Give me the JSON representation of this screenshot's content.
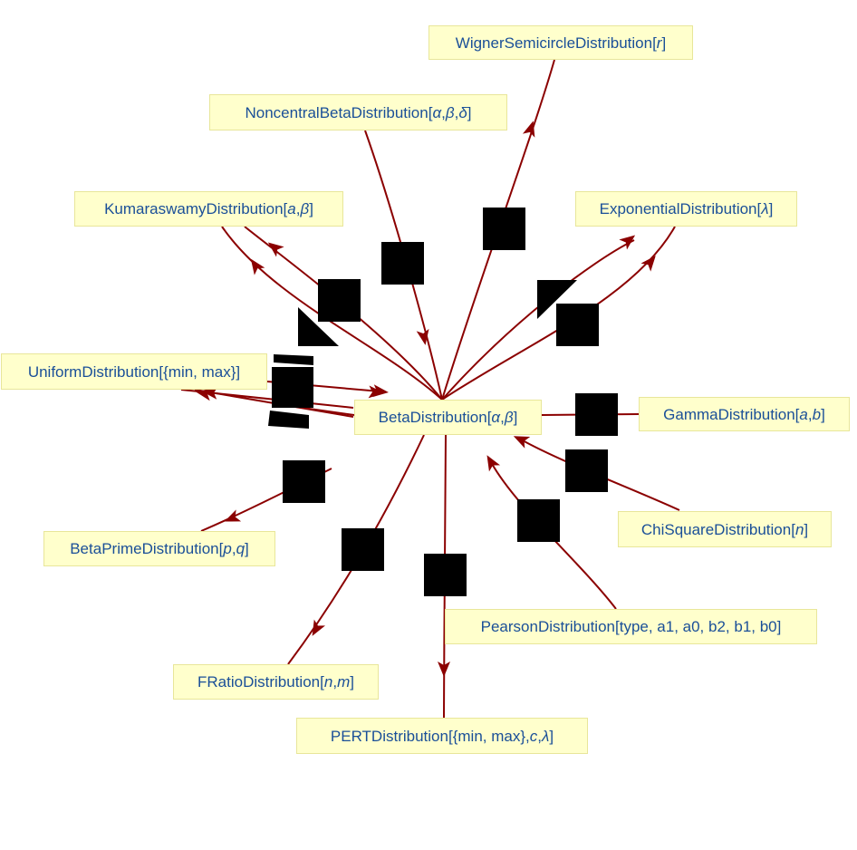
{
  "center": {
    "name": "BetaDistribution",
    "args": [
      "α",
      "β"
    ]
  },
  "nodes": {
    "wigner": {
      "name": "WignerSemicircleDistribution",
      "args": [
        "r"
      ]
    },
    "noncentral": {
      "name": "NoncentralBetaDistribution",
      "args": [
        "α",
        "β",
        "δ"
      ]
    },
    "kumaraswamy": {
      "name": "KumaraswamyDistribution",
      "args": [
        "a",
        "β"
      ]
    },
    "exponential": {
      "name": "ExponentialDistribution",
      "args": [
        "λ"
      ]
    },
    "uniform": {
      "name": "UniformDistribution",
      "args": [
        "{min, max}"
      ]
    },
    "gamma": {
      "name": "GammaDistribution",
      "args": [
        "a",
        "b"
      ]
    },
    "chisquare": {
      "name": "ChiSquareDistribution",
      "args": [
        "n"
      ]
    },
    "betaprime": {
      "name": "BetaPrimeDistribution",
      "args": [
        "p",
        "q"
      ]
    },
    "pearson": {
      "name": "PearsonDistribution",
      "args": [
        "type, a1, a0, b2, b1, b0"
      ]
    },
    "fratio": {
      "name": "FRatioDistribution",
      "args": [
        "n",
        "m"
      ]
    },
    "pert": {
      "name": "PERTDistribution",
      "args": [
        "{min, max}",
        "c",
        "λ"
      ]
    }
  },
  "colors": {
    "edge": "#8b0000",
    "node_fill": "#ffffcc",
    "node_border": "#e8e69a",
    "label_text": "#1a4f98",
    "placeholder": "#000000"
  }
}
